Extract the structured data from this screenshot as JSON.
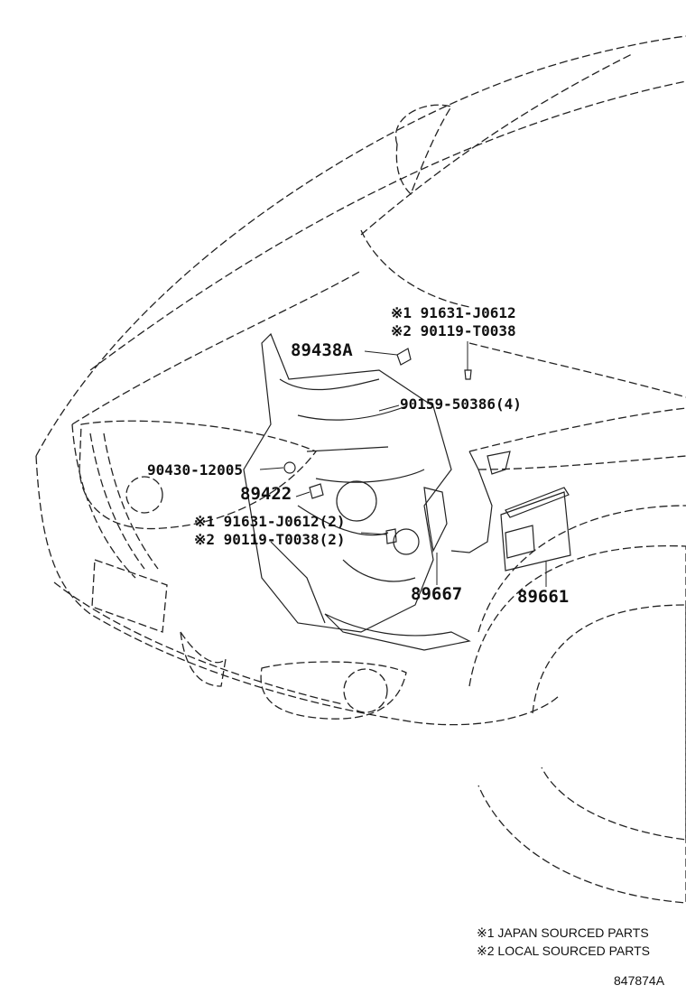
{
  "callouts": {
    "p91631_top": "※1 91631-J0612",
    "p90119_top": "※2 90119-T0038",
    "p89438a": "89438A",
    "p90159": "90159-50386(4)",
    "p90430": "90430-12005",
    "p89422": "89422",
    "p91631_low": "※1 91631-J0612(2)",
    "p90119_low": "※2 90119-T0038(2)",
    "p89667": "89667",
    "p89661": "89661"
  },
  "notes": {
    "note1": "※1 JAPAN SOURCED PARTS",
    "note2": "※2 LOCAL SOURCED PARTS"
  },
  "diagram_code": "847874A"
}
